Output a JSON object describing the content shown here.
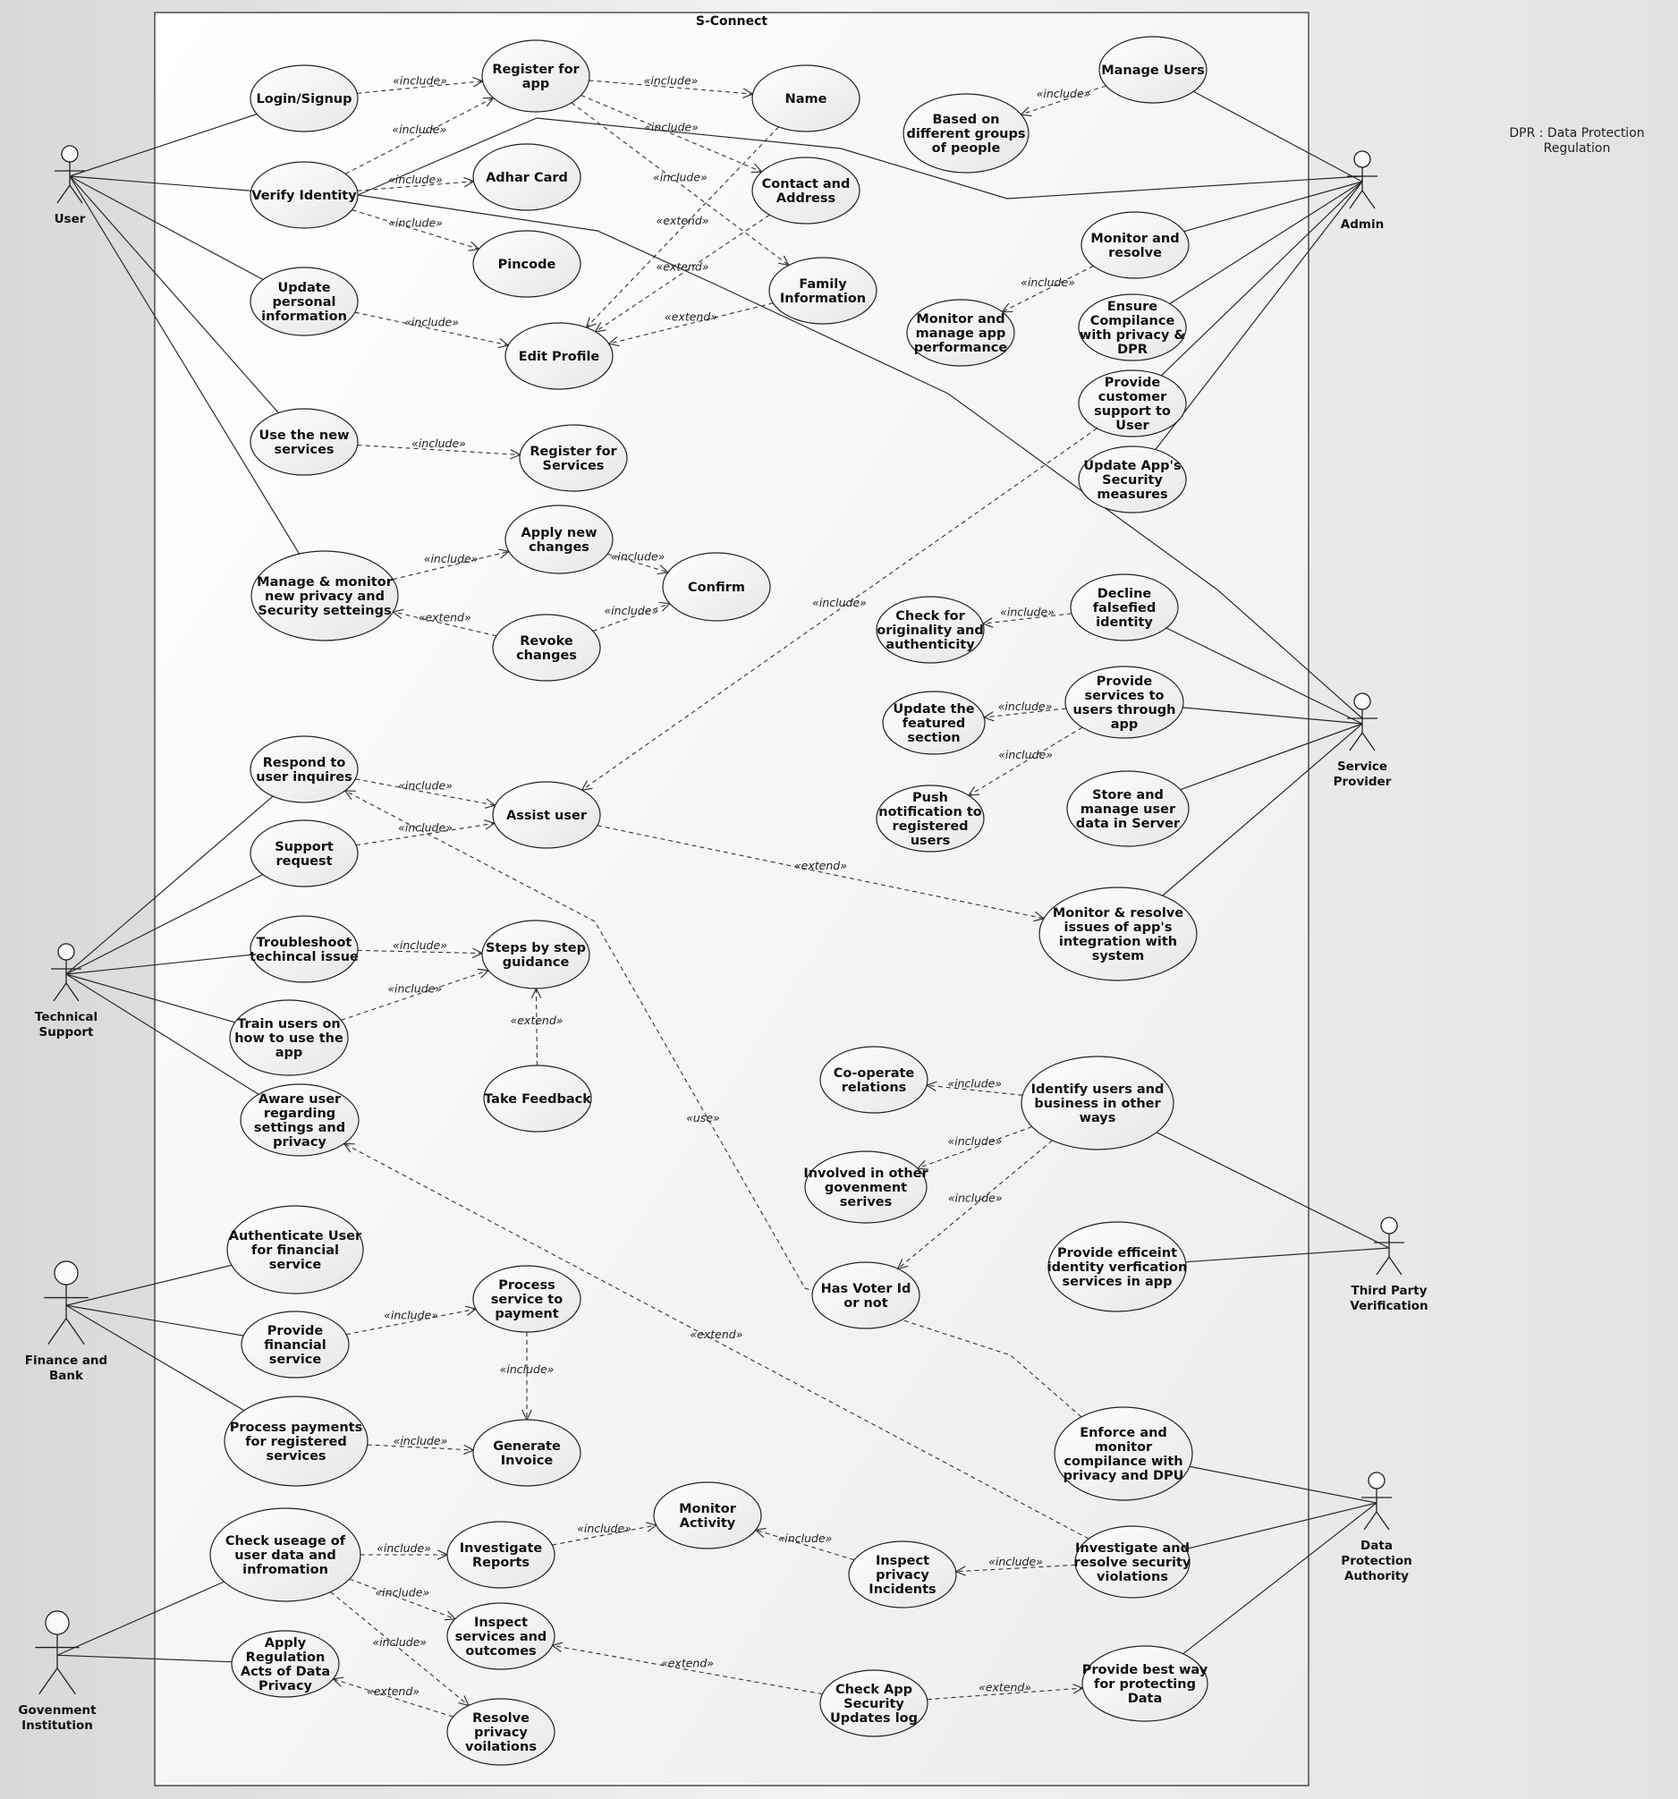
{
  "system": {
    "name": "S-Connect"
  },
  "note": {
    "line1": "DPR  : Data Protection",
    "line2": "Regulation"
  },
  "stereotypes": {
    "include": "«include»",
    "extend": "«extend»",
    "use": "«use»"
  },
  "actors": [
    {
      "id": "user",
      "lines": [
        "User"
      ]
    },
    {
      "id": "admin",
      "lines": [
        "Admin"
      ]
    },
    {
      "id": "service_provider",
      "lines": [
        "Service",
        "Provider"
      ]
    },
    {
      "id": "tech_support",
      "lines": [
        "Technical",
        "Support"
      ]
    },
    {
      "id": "third_party",
      "lines": [
        "Third Party",
        "Verification"
      ]
    },
    {
      "id": "finance_bank",
      "lines": [
        "Finance and",
        "Bank"
      ]
    },
    {
      "id": "dpa",
      "lines": [
        "Data",
        "Protection",
        "Authority"
      ]
    },
    {
      "id": "gov",
      "lines": [
        "Govenment",
        "Institution"
      ]
    }
  ],
  "use_cases": [
    {
      "id": "login",
      "lines": [
        "Login/Signup"
      ]
    },
    {
      "id": "register_app",
      "lines": [
        "Register for",
        "app"
      ]
    },
    {
      "id": "name",
      "lines": [
        "Name"
      ]
    },
    {
      "id": "verify",
      "lines": [
        "Verify Identity"
      ]
    },
    {
      "id": "adhar",
      "lines": [
        "Adhar Card"
      ]
    },
    {
      "id": "contact",
      "lines": [
        "Contact and",
        "Address"
      ]
    },
    {
      "id": "pincode",
      "lines": [
        "Pincode"
      ]
    },
    {
      "id": "family",
      "lines": [
        "Family",
        "Information"
      ]
    },
    {
      "id": "update_info",
      "lines": [
        "Update",
        "personal",
        "information"
      ]
    },
    {
      "id": "edit_profile",
      "lines": [
        "Edit Profile"
      ]
    },
    {
      "id": "use_new",
      "lines": [
        "Use the new",
        "services"
      ]
    },
    {
      "id": "register_services",
      "lines": [
        "Register for",
        "Services"
      ]
    },
    {
      "id": "apply_new",
      "lines": [
        "Apply new",
        "changes"
      ]
    },
    {
      "id": "manage_monitor",
      "lines": [
        "Manage & monitor",
        "new privacy and",
        "Security setteings"
      ]
    },
    {
      "id": "confirm",
      "lines": [
        "Confirm"
      ]
    },
    {
      "id": "revoke",
      "lines": [
        "Revoke",
        "changes"
      ]
    },
    {
      "id": "manage_users",
      "lines": [
        "Manage Users"
      ]
    },
    {
      "id": "groups",
      "lines": [
        "Based on",
        "different groups",
        "of people"
      ]
    },
    {
      "id": "monitor_resolve",
      "lines": [
        "Monitor and",
        "resolve"
      ]
    },
    {
      "id": "monitor_perf",
      "lines": [
        "Monitor and",
        "manage app",
        "performance"
      ]
    },
    {
      "id": "ensure",
      "lines": [
        "Ensure",
        "Compilance",
        "with privacy &",
        "DPR"
      ]
    },
    {
      "id": "cust_support",
      "lines": [
        "Provide",
        "customer",
        "support to",
        "User"
      ]
    },
    {
      "id": "update_sec",
      "lines": [
        "Update App's",
        "Security",
        "measures"
      ]
    },
    {
      "id": "decline",
      "lines": [
        "Decline",
        "falsefied",
        "identity"
      ]
    },
    {
      "id": "check_orig",
      "lines": [
        "Check for",
        "originality and",
        "authenticity"
      ]
    },
    {
      "id": "provide_services",
      "lines": [
        "Provide",
        "services to",
        "users through",
        "app"
      ]
    },
    {
      "id": "featured",
      "lines": [
        "Update the",
        "featured",
        "section"
      ]
    },
    {
      "id": "push",
      "lines": [
        "Push",
        "notification to",
        "registered",
        "users"
      ]
    },
    {
      "id": "store",
      "lines": [
        "Store and",
        "manage user",
        "data in Server"
      ]
    },
    {
      "id": "respond",
      "lines": [
        "Respond to",
        "user inquires"
      ]
    },
    {
      "id": "assist",
      "lines": [
        "Assist user"
      ]
    },
    {
      "id": "support_req",
      "lines": [
        "Support",
        "request"
      ]
    },
    {
      "id": "mon_integration",
      "lines": [
        "Monitor & resolve",
        "issues of app's",
        "integration with",
        "system"
      ]
    },
    {
      "id": "troubleshoot",
      "lines": [
        "Troubleshoot",
        "techincal issue"
      ]
    },
    {
      "id": "steps",
      "lines": [
        "Steps by step",
        "guidance"
      ]
    },
    {
      "id": "train",
      "lines": [
        "Train users on",
        "how to use the",
        "app"
      ]
    },
    {
      "id": "feedback",
      "lines": [
        "Take Feedback"
      ]
    },
    {
      "id": "aware",
      "lines": [
        "Aware user",
        "regarding",
        "settings and",
        "privacy"
      ]
    },
    {
      "id": "cooperate",
      "lines": [
        "Co-operate",
        "relations"
      ]
    },
    {
      "id": "identify",
      "lines": [
        "Identify users and",
        "business in other",
        "ways"
      ]
    },
    {
      "id": "involved",
      "lines": [
        "Involved in other",
        "govenment",
        "serives"
      ]
    },
    {
      "id": "voter",
      "lines": [
        "Has Voter Id",
        "or not"
      ]
    },
    {
      "id": "efficient",
      "lines": [
        "Provide efficeint",
        "identity verfication",
        "services in app"
      ]
    },
    {
      "id": "auth_fin",
      "lines": [
        "Authenticate User",
        "for financial",
        "service"
      ]
    },
    {
      "id": "process_service",
      "lines": [
        "Process",
        "service to",
        "payment"
      ]
    },
    {
      "id": "provide_fin",
      "lines": [
        "Provide",
        "financial",
        "service"
      ]
    },
    {
      "id": "process_payments",
      "lines": [
        "Process payments",
        "for registered",
        "services"
      ]
    },
    {
      "id": "invoice",
      "lines": [
        "Generate",
        "Invoice"
      ]
    },
    {
      "id": "enforce",
      "lines": [
        "Enforce and",
        "monitor",
        "compilance with",
        "privacy and DPU"
      ]
    },
    {
      "id": "check_usage",
      "lines": [
        "Check useage of",
        "user data and",
        "infromation"
      ]
    },
    {
      "id": "investigate_rep",
      "lines": [
        "Investigate",
        "Reports"
      ]
    },
    {
      "id": "monitor_activity",
      "lines": [
        "Monitor",
        "Activity"
      ]
    },
    {
      "id": "inspect_privacy",
      "lines": [
        "Inspect",
        "privacy",
        "Incidents"
      ]
    },
    {
      "id": "investigate_sec",
      "lines": [
        "Investigate and",
        "resolve security",
        "violations"
      ]
    },
    {
      "id": "inspect_services",
      "lines": [
        "Inspect",
        "services and",
        "outcomes"
      ]
    },
    {
      "id": "apply_reg",
      "lines": [
        "Apply",
        "Regulation",
        "Acts of Data",
        "Privacy"
      ]
    },
    {
      "id": "check_log",
      "lines": [
        "Check App",
        "Security",
        "Updates log"
      ]
    },
    {
      "id": "best_way",
      "lines": [
        "Provide best way",
        "for protecting",
        "Data"
      ]
    },
    {
      "id": "resolve_privacy",
      "lines": [
        "Resolve",
        "privacy",
        "voilations"
      ]
    }
  ],
  "associations": [
    [
      "user",
      "login"
    ],
    [
      "user",
      "verify"
    ],
    [
      "user",
      "update_info"
    ],
    [
      "user",
      "use_new"
    ],
    [
      "user",
      "manage_monitor"
    ],
    [
      "admin",
      "manage_users"
    ],
    [
      "admin",
      "monitor_resolve"
    ],
    [
      "admin",
      "ensure"
    ],
    [
      "admin",
      "cust_support"
    ],
    [
      "admin",
      "update_sec"
    ],
    [
      "service_provider",
      "decline"
    ],
    [
      "service_provider",
      "provide_services"
    ],
    [
      "service_provider",
      "store"
    ],
    [
      "service_provider",
      "mon_integration"
    ],
    [
      "tech_support",
      "respond"
    ],
    [
      "tech_support",
      "support_req"
    ],
    [
      "tech_support",
      "troubleshoot"
    ],
    [
      "tech_support",
      "train"
    ],
    [
      "tech_support",
      "aware"
    ],
    [
      "third_party",
      "identify"
    ],
    [
      "third_party",
      "efficient"
    ],
    [
      "finance_bank",
      "auth_fin"
    ],
    [
      "finance_bank",
      "provide_fin"
    ],
    [
      "finance_bank",
      "process_payments"
    ],
    [
      "dpa",
      "enforce"
    ],
    [
      "dpa",
      "investigate_sec"
    ],
    [
      "dpa",
      "best_way"
    ],
    [
      "gov",
      "check_usage"
    ],
    [
      "gov",
      "apply_reg"
    ]
  ],
  "dependencies": [
    {
      "from": "login",
      "to": "register_app",
      "type": "include"
    },
    {
      "from": "verify",
      "to": "register_app",
      "type": "include"
    },
    {
      "from": "verify",
      "to": "adhar",
      "type": "include"
    },
    {
      "from": "verify",
      "to": "pincode",
      "type": "include"
    },
    {
      "from": "register_app",
      "to": "name",
      "type": "include"
    },
    {
      "from": "register_app",
      "to": "contact",
      "type": "include"
    },
    {
      "from": "register_app",
      "to": "family",
      "type": "include"
    },
    {
      "from": "update_info",
      "to": "edit_profile",
      "type": "include"
    },
    {
      "from": "name",
      "to": "edit_profile",
      "type": "extend"
    },
    {
      "from": "contact",
      "to": "edit_profile",
      "type": "extend"
    },
    {
      "from": "family",
      "to": "edit_profile",
      "type": "extend"
    },
    {
      "from": "use_new",
      "to": "register_services",
      "type": "include"
    },
    {
      "from": "manage_monitor",
      "to": "apply_new",
      "type": "include"
    },
    {
      "from": "revoke",
      "to": "manage_monitor",
      "type": "extend"
    },
    {
      "from": "apply_new",
      "to": "confirm",
      "type": "include"
    },
    {
      "from": "revoke",
      "to": "confirm",
      "type": "include"
    },
    {
      "from": "manage_users",
      "to": "groups",
      "type": "include"
    },
    {
      "from": "monitor_resolve",
      "to": "monitor_perf",
      "type": "include"
    },
    {
      "from": "decline",
      "to": "check_orig",
      "type": "include"
    },
    {
      "from": "provide_services",
      "to": "featured",
      "type": "include"
    },
    {
      "from": "provide_services",
      "to": "push",
      "type": "include"
    },
    {
      "from": "cust_support",
      "to": "assist",
      "type": "include"
    },
    {
      "from": "respond",
      "to": "assist",
      "type": "include"
    },
    {
      "from": "support_req",
      "to": "assist",
      "type": "include"
    },
    {
      "from": "assist",
      "to": "mon_integration",
      "type": "extend"
    },
    {
      "from": "troubleshoot",
      "to": "steps",
      "type": "include"
    },
    {
      "from": "train",
      "to": "steps",
      "type": "include"
    },
    {
      "from": "feedback",
      "to": "steps",
      "type": "extend"
    },
    {
      "from": "identify",
      "to": "cooperate",
      "type": "include"
    },
    {
      "from": "identify",
      "to": "involved",
      "type": "include"
    },
    {
      "from": "identify",
      "to": "voter",
      "type": "include"
    },
    {
      "from": "enforce",
      "to": "respond",
      "type": "use"
    },
    {
      "from": "investigate_sec",
      "to": "aware",
      "type": "extend"
    },
    {
      "from": "provide_fin",
      "to": "process_service",
      "type": "include"
    },
    {
      "from": "process_service",
      "to": "invoice",
      "type": "include"
    },
    {
      "from": "process_payments",
      "to": "invoice",
      "type": "include"
    },
    {
      "from": "check_usage",
      "to": "investigate_rep",
      "type": "include"
    },
    {
      "from": "check_usage",
      "to": "inspect_services",
      "type": "include"
    },
    {
      "from": "check_usage",
      "to": "resolve_privacy",
      "type": "include"
    },
    {
      "from": "investigate_rep",
      "to": "monitor_activity",
      "type": "include"
    },
    {
      "from": "inspect_privacy",
      "to": "monitor_activity",
      "type": "include"
    },
    {
      "from": "investigate_sec",
      "to": "inspect_privacy",
      "type": "include"
    },
    {
      "from": "check_log",
      "to": "inspect_services",
      "type": "extend"
    },
    {
      "from": "check_log",
      "to": "best_way",
      "type": "extend"
    },
    {
      "from": "resolve_privacy",
      "to": "apply_reg",
      "type": "extend"
    }
  ],
  "colors": {
    "background": "#f2f2f2",
    "system_fill": "#f7f7f7",
    "ellipse_fill": "#f5f5f5",
    "stroke": "#222222"
  }
}
